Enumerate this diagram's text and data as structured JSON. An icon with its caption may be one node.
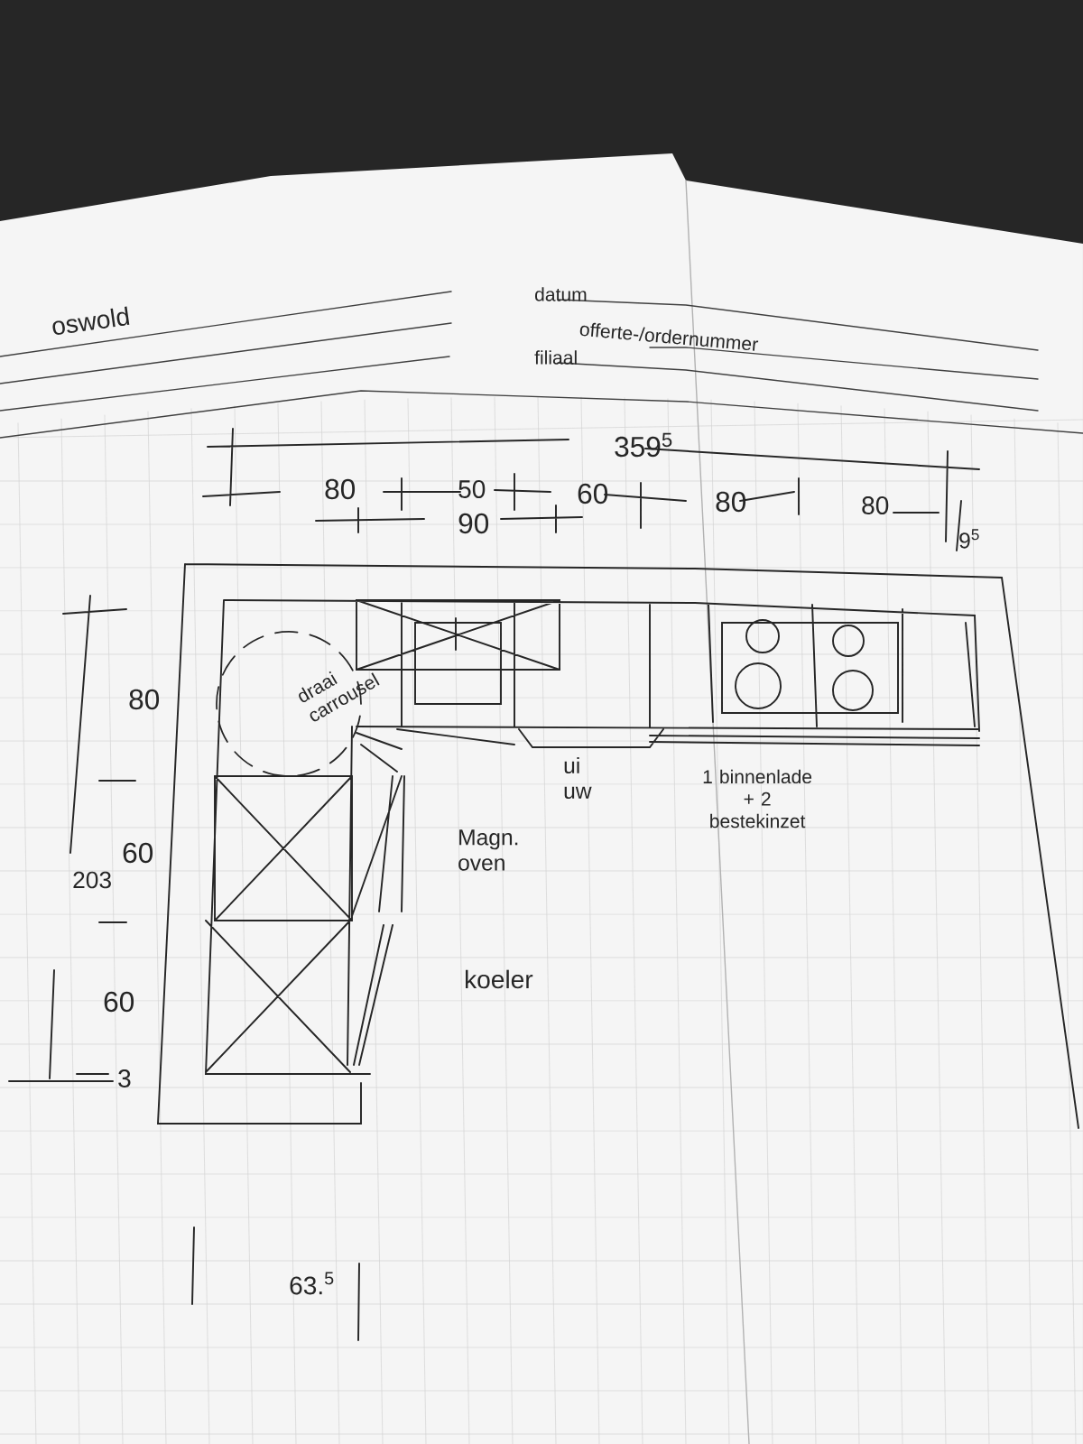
{
  "diagram": {
    "labels": [
      "oswold",
      "datum",
      "offerte-/ordernummer",
      "filiaal",
      "359$^{5}$",
      "80",
      "50",
      "60",
      "90",
      "80",
      "80",
      "9$^{5}$",
      "80",
      "60",
      "203",
      "60",
      "3",
      "draai carrousel",
      "ui uw",
      "Magn. oven",
      "koeler",
      "1 binnenlade + 2 bestekinzet",
      "63.$^{5}$"
    ]
  }
}
